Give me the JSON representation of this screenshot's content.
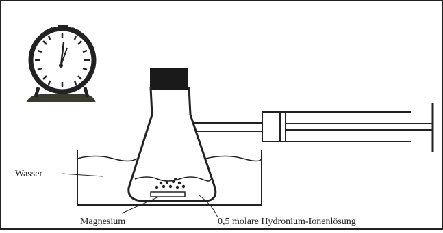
{
  "labels": {
    "wasser": "Wasser",
    "magnesium": "Magnesium",
    "solution": "0,5 molare Hydronium-Ionenlösung"
  },
  "colors": {
    "line": "#222222",
    "stopper": "#1a1a1a",
    "stopwatch_base": "#3a3a2e"
  },
  "icons": {
    "stopwatch": "stopwatch-icon"
  }
}
